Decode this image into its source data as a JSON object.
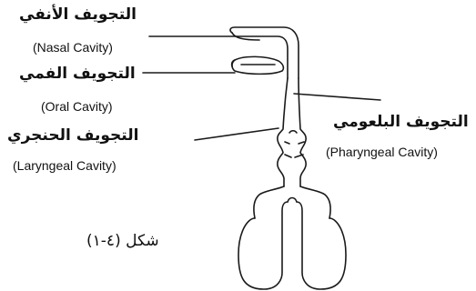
{
  "labels": {
    "nasal": {
      "arabic": "التجويف الأنفي",
      "english": "(Nasal Cavity)"
    },
    "oral": {
      "arabic": "التجويف الفمي",
      "english": "(Oral Cavity)"
    },
    "laryngeal": {
      "arabic": "التجويف الحنجري",
      "english": "(Laryngeal Cavity)"
    },
    "pharyngeal": {
      "arabic": "التجويف البلعومي",
      "english": "(Pharyngeal Cavity)"
    }
  },
  "caption": "شكل (٤-١)"
}
